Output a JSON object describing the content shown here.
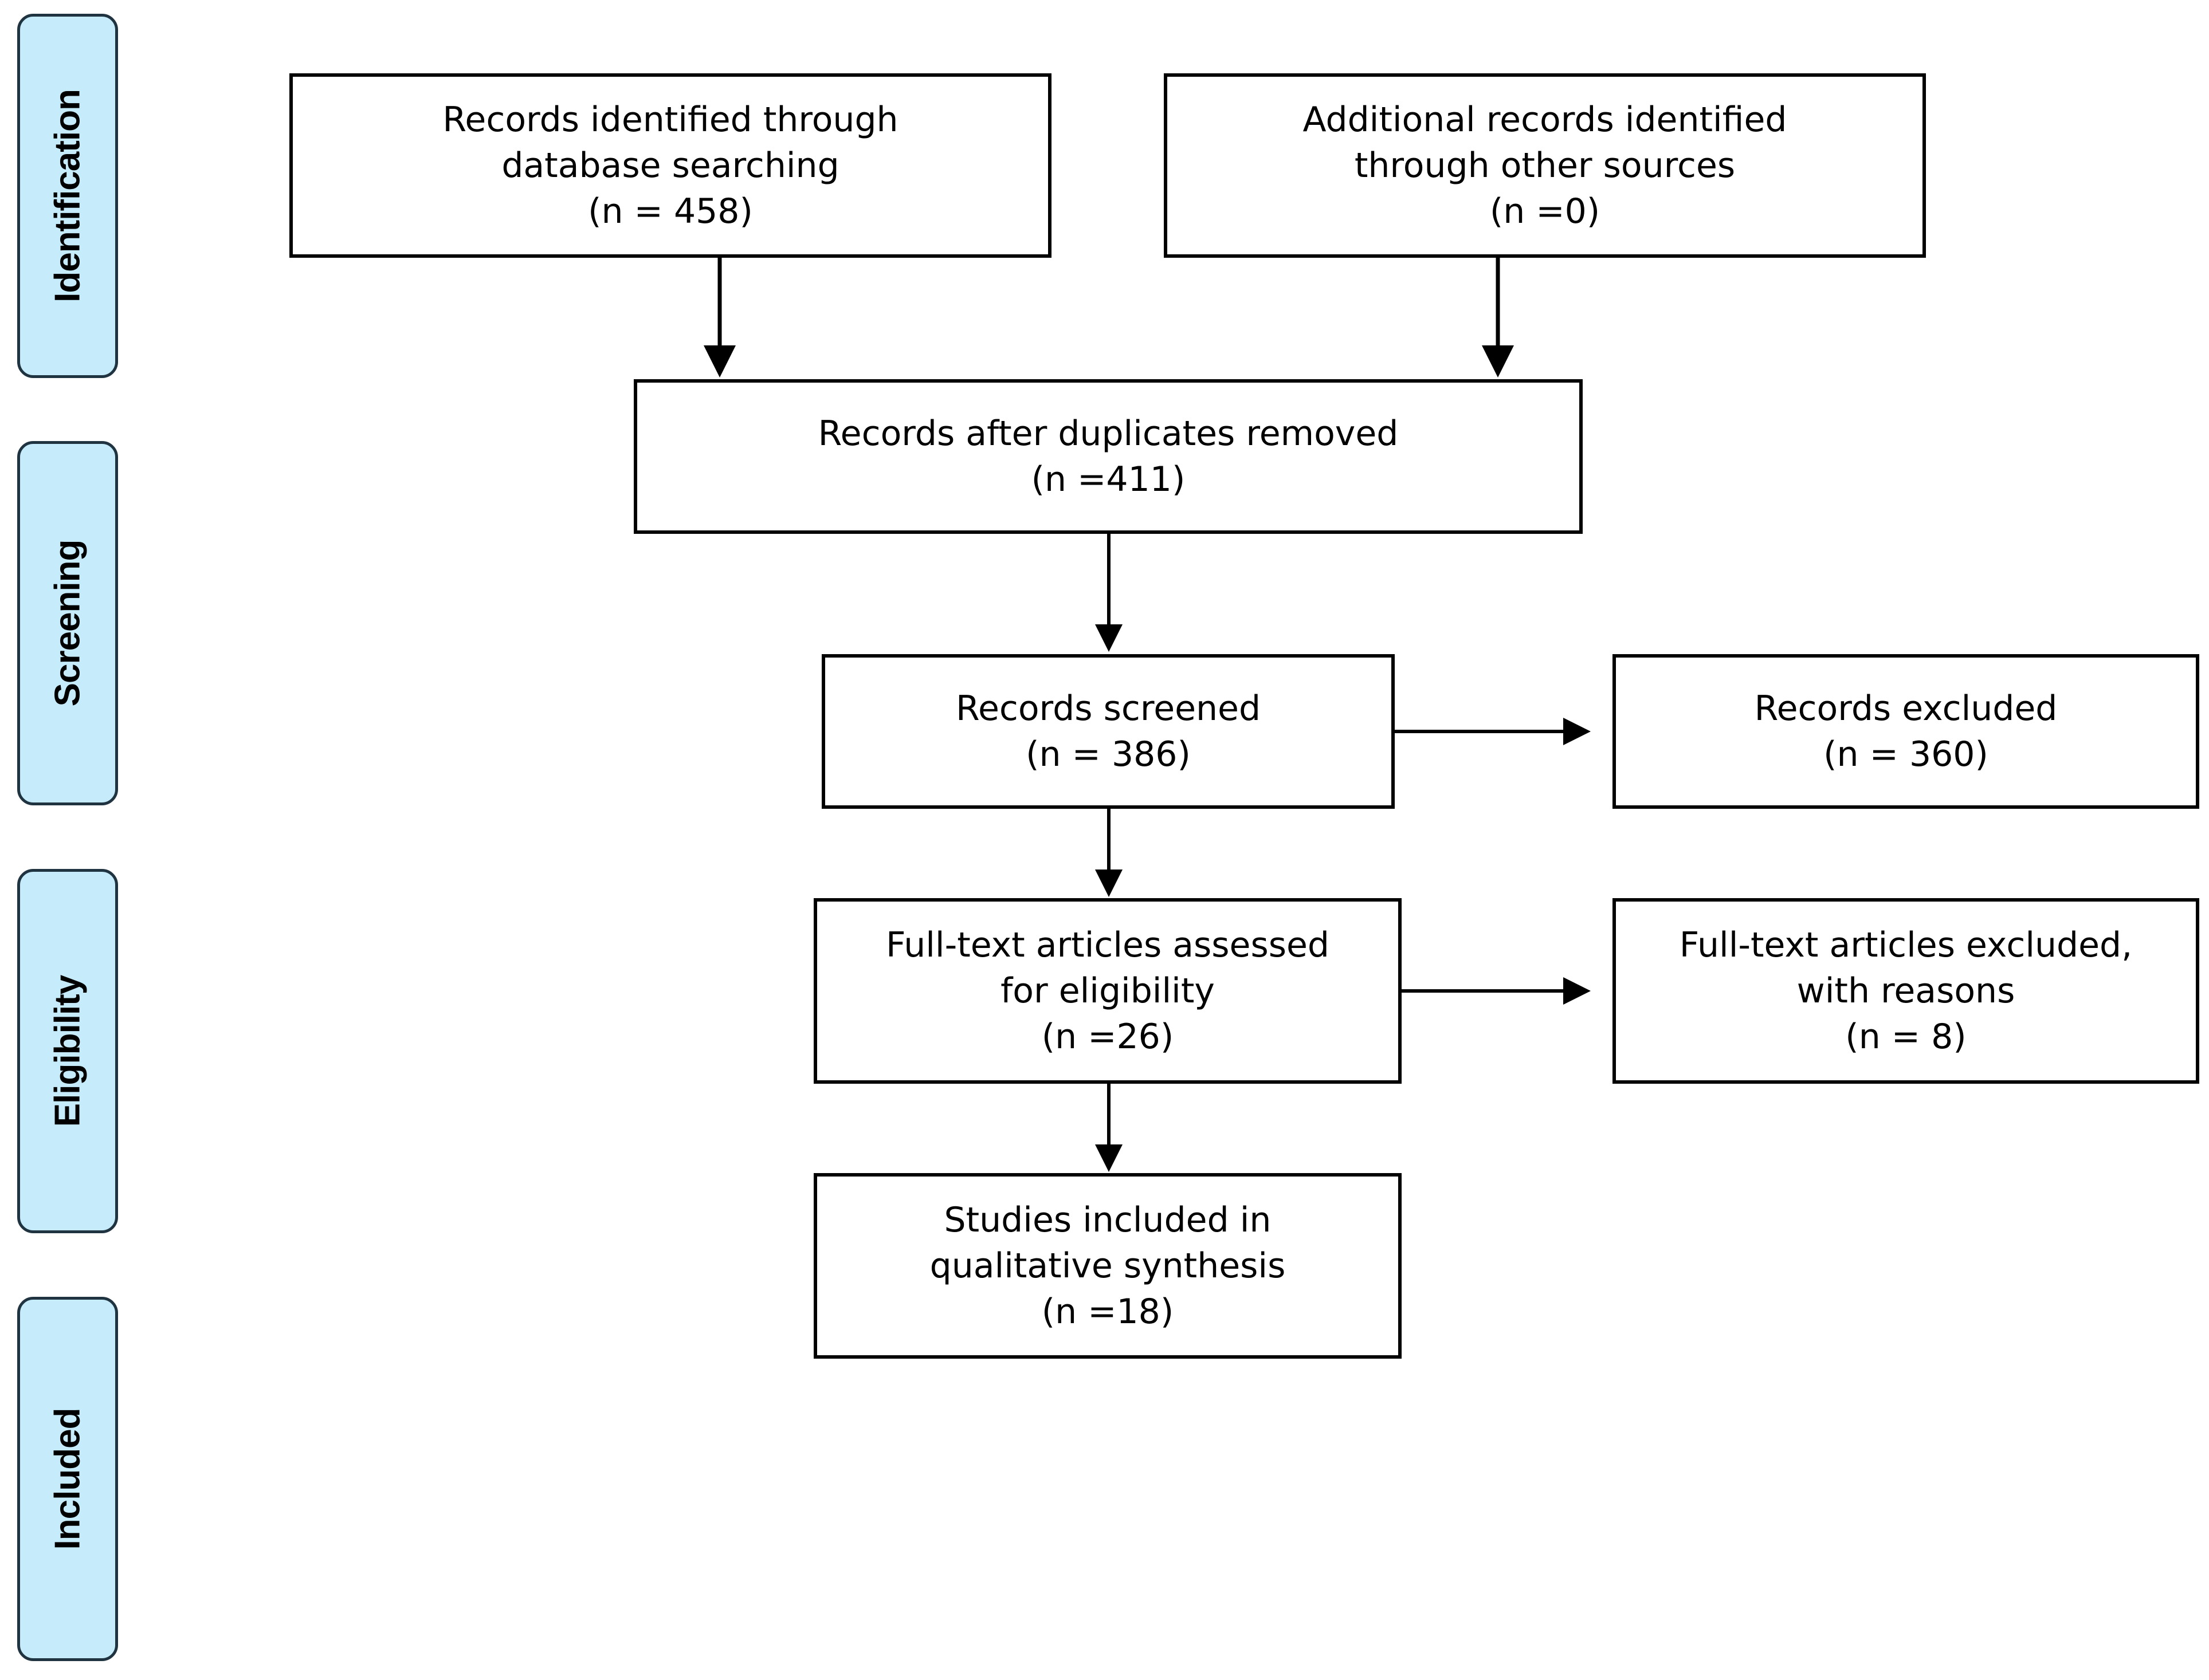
{
  "phases": [
    {
      "label": "Identification"
    },
    {
      "label": "Screening"
    },
    {
      "label": "Eligibility"
    },
    {
      "label": "Included"
    }
  ],
  "boxes": {
    "database_search": {
      "line1": "Records identified through",
      "line2": "database searching",
      "line3": "(n = 458)"
    },
    "other_sources": {
      "line1": "Additional records identified",
      "line2": "through other sources",
      "line3": "(n =0)"
    },
    "duplicates_removed": {
      "line1": "Records after duplicates removed",
      "line2": "(n =411)"
    },
    "screened": {
      "line1": "Records screened",
      "line2": "(n = 386)"
    },
    "excluded": {
      "line1": "Records excluded",
      "line2": "(n = 360)"
    },
    "fulltext_assessed": {
      "line1": "Full-text articles assessed",
      "line2": "for eligibility",
      "line3": "(n =26)"
    },
    "fulltext_excluded": {
      "line1": "Full-text articles excluded,",
      "line2": "with reasons",
      "line3": "(n = 8)"
    },
    "included": {
      "line1": "Studies included in",
      "line2": "qualitative synthesis",
      "line3": "(n =18)"
    }
  },
  "colors": {
    "phase_fill": "#c6ecfb",
    "phase_border": "#1f3340",
    "box_border": "#000000",
    "arrow": "#000000"
  }
}
